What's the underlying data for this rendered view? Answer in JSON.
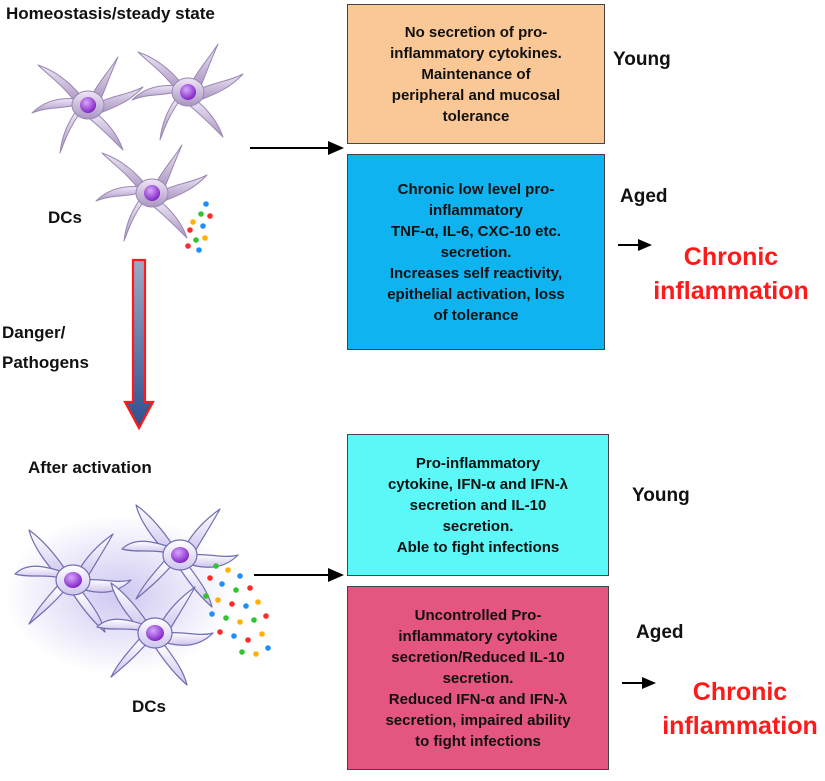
{
  "top": {
    "title": "Homeostasis/steady state",
    "dcs_label": "DCs",
    "young_box": [
      "No secretion of pro-",
      "inflammatory cytokines.",
      "Maintenance of",
      "peripheral and mucosal",
      "tolerance"
    ],
    "young_label": "Young",
    "aged_box": [
      "Chronic low level pro-",
      "inflammatory",
      "TNF-α, IL-6, CXC-10 etc.",
      "secretion.",
      "Increases self reactivity,",
      "epithelial activation, loss",
      "of tolerance"
    ],
    "aged_label": "Aged",
    "outcome": [
      "Chronic",
      "inflammation"
    ]
  },
  "transition": {
    "label": [
      "Danger/",
      "Pathogens"
    ]
  },
  "bottom": {
    "title": "After activation",
    "dcs_label": "DCs",
    "young_box": [
      "Pro-inflammatory",
      "cytokine, IFN-α and IFN-λ",
      "secretion and  IL-10",
      "secretion.",
      "Able to fight infections"
    ],
    "young_label": "Young",
    "aged_box": [
      "Uncontrolled Pro-",
      "inflammatory cytokine",
      "secretion/Reduced IL-10",
      "secretion.",
      "Reduced IFN-α and IFN-λ",
      "secretion, impaired ability",
      "to fight infections"
    ],
    "aged_label": "Aged",
    "outcome": [
      "Chronic",
      "inflammation"
    ]
  },
  "colors": {
    "young_top_box": "#fac796",
    "aged_top_box": "#0fb3ef",
    "young_bottom_box": "#5cf7f7",
    "aged_bottom_box": "#e4557f",
    "outcome_text": "#ff1a1a",
    "cell_resting": "#c7b3d8",
    "cell_activated": "#e4ddf5",
    "nucleus": "#8e2bd0"
  },
  "icons": [
    "dendritic-cell-icon",
    "cytokine-dots-icon",
    "arrow-right-icon",
    "arrow-down-icon"
  ]
}
